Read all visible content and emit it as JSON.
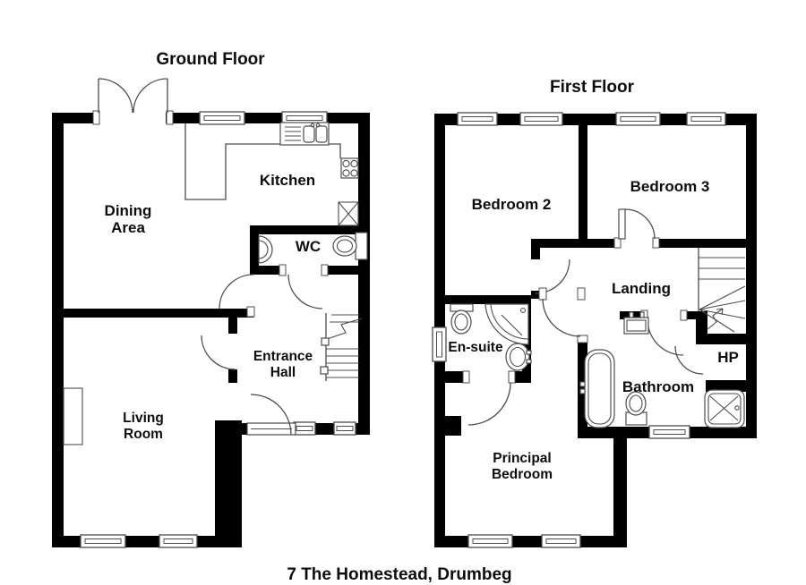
{
  "meta": {
    "caption": "Floor plan drawing with two storeys"
  },
  "colors": {
    "wall": "#000000",
    "line": "#4c4c4c",
    "text": "#0d0d0d",
    "background": "#ffffff"
  },
  "footer": {
    "address": "7 The Homestead, Drumbeg"
  },
  "ground_floor": {
    "title": "Ground Floor",
    "rooms": {
      "dining": {
        "line1": "Dining",
        "line2": "Area"
      },
      "kitchen": {
        "label": "Kitchen"
      },
      "wc": {
        "label": "WC"
      },
      "hall": {
        "line1": "Entrance",
        "line2": "Hall"
      },
      "living": {
        "line1": "Living",
        "line2": "Room"
      }
    }
  },
  "first_floor": {
    "title": "First Floor",
    "rooms": {
      "bedroom2": {
        "label": "Bedroom 2"
      },
      "bedroom3": {
        "label": "Bedroom 3"
      },
      "landing": {
        "label": "Landing"
      },
      "ensuite": {
        "label": "En-suite"
      },
      "hp": {
        "label": "HP"
      },
      "bathroom": {
        "label": "Bathroom"
      },
      "principal": {
        "line1": "Principal",
        "line2": "Bedroom"
      }
    }
  }
}
